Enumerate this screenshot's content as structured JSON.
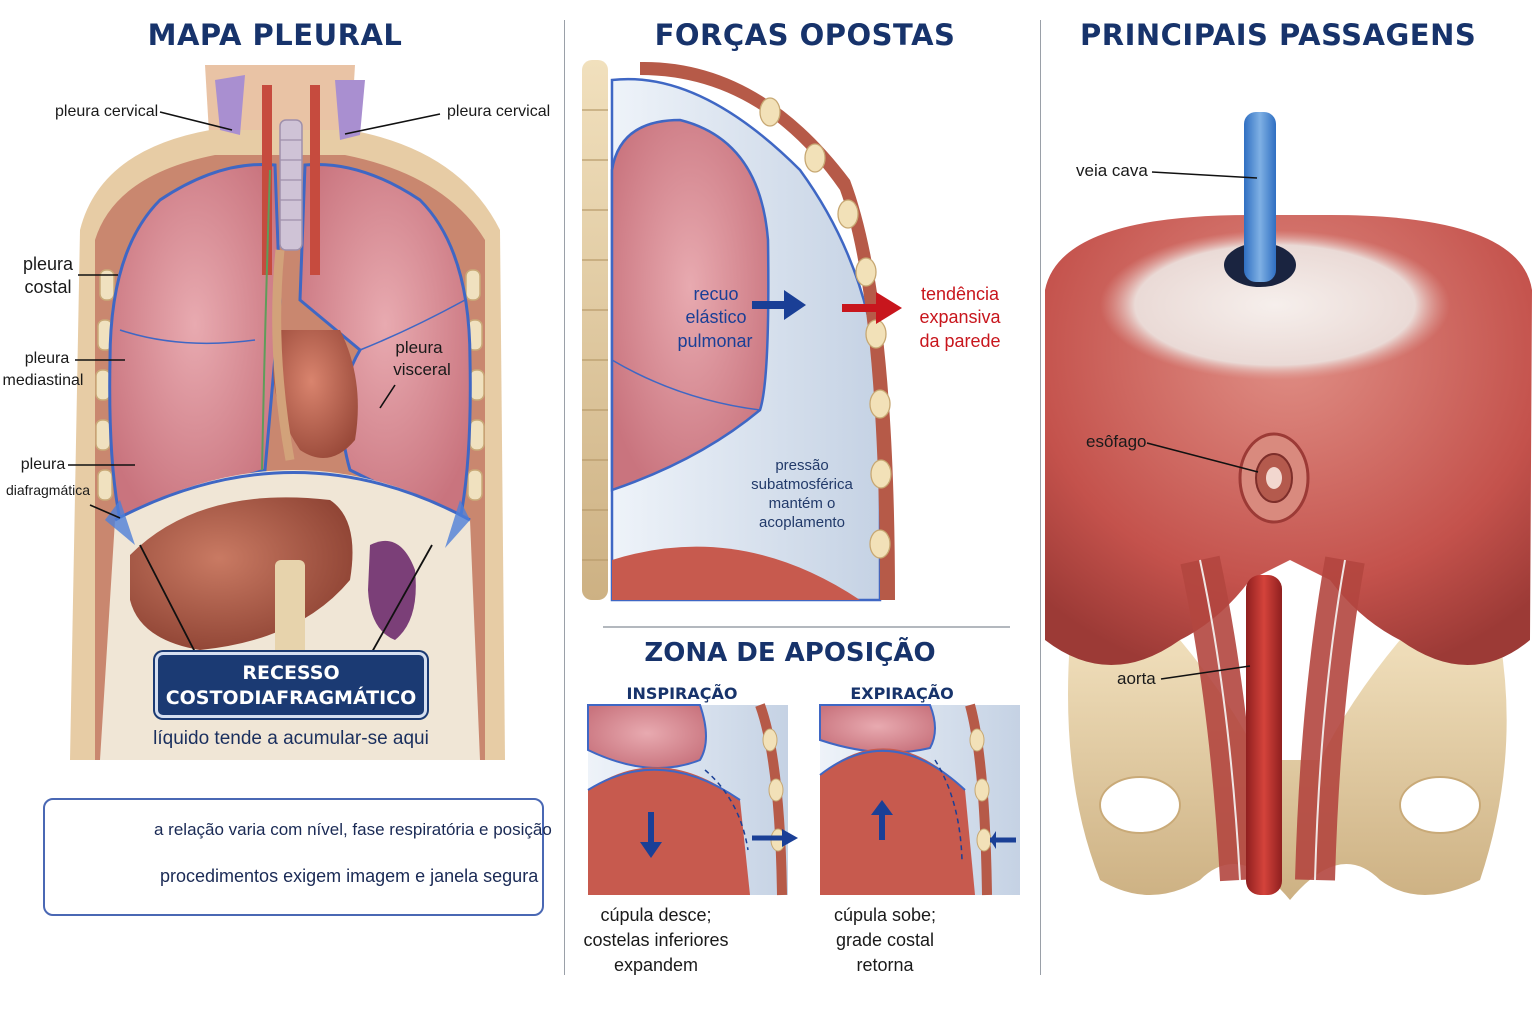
{
  "panels": {
    "left": {
      "title": "MAPA PLEURAL"
    },
    "middle": {
      "title": "FORÇAS OPOSTAS"
    },
    "right": {
      "title": "PRINCIPAIS PASSAGENS"
    }
  },
  "pleural_map": {
    "labels": {
      "cervical_left": "pleura cervical",
      "cervical_right": "pleura cervical",
      "costal_1": "pleura",
      "costal_2": "costal",
      "mediastinal_1": "pleura",
      "mediastinal_2": "mediastinal",
      "visceral_1": "pleura",
      "visceral_2": "visceral",
      "diaphragmatic_1": "pleura",
      "diaphragmatic_2": "diafragmática"
    },
    "recess": {
      "line1": "RECESSO",
      "line2": "COSTODIAFRAGMÁTICO",
      "subtitle": "líquido tende a acumular-se aqui"
    },
    "note": {
      "line1": "a relação varia com nível, fase respiratória e posição",
      "line2": "procedimentos exigem imagem e janela segura"
    }
  },
  "forces": {
    "recoil": [
      "recuo",
      "elástico",
      "pulmonar"
    ],
    "expansion": [
      "tendência",
      "expansiva",
      "da parede"
    ],
    "pressure": [
      "pressão",
      "subatmosférica",
      "mantém o",
      "acoplamento"
    ]
  },
  "apposition": {
    "title": "ZONA DE APOSIÇÃO",
    "inspiration": {
      "label": "INSPIRAÇÃO",
      "caption": [
        "cúpula desce;",
        "costelas inferiores",
        "expandem"
      ]
    },
    "expiration": {
      "label": "EXPIRAÇÃO",
      "caption": [
        "cúpula sobe;",
        "grade costal",
        "retorna"
      ]
    }
  },
  "passages": {
    "vena_cava": "veia cava",
    "esophagus": "esôfago",
    "aorta": "aorta"
  },
  "colors": {
    "title": "#17336b",
    "pleura_line": "#3f67c4",
    "arrow_blue": "#1a3f96",
    "arrow_red": "#c8161d",
    "lung": "#d98f96",
    "muscle": "#c8554f",
    "bone": "#e6cfa6"
  }
}
